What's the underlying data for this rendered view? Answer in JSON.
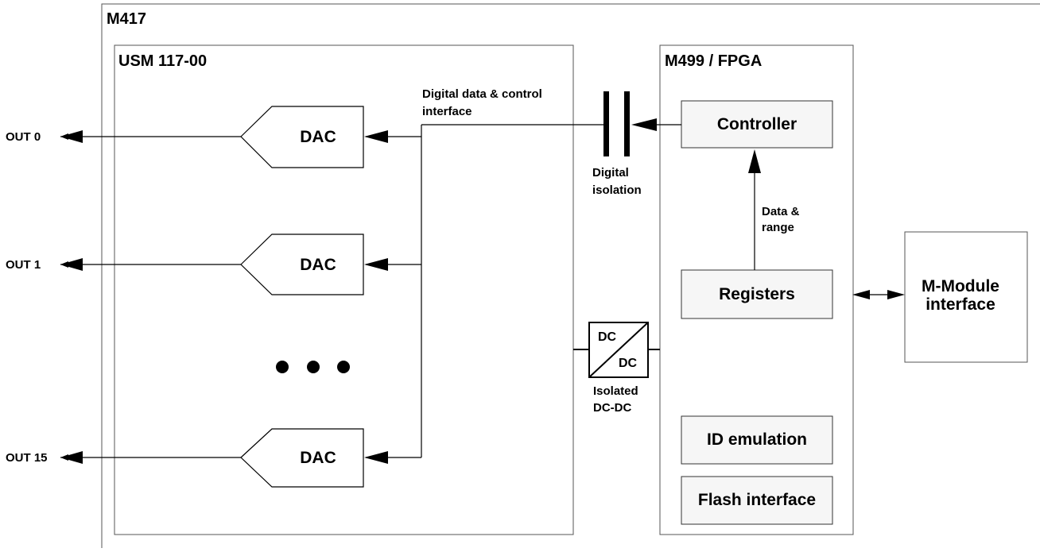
{
  "titles": {
    "outer": "M417",
    "usm": "USM 117-00",
    "fpga": "M499 / FPGA"
  },
  "dacs": [
    {
      "label": "DAC",
      "output": "OUT 0"
    },
    {
      "label": "DAC",
      "output": "OUT 1"
    },
    {
      "label": "DAC",
      "output": "OUT 15"
    }
  ],
  "bus_label": [
    "Digital data & control",
    "interface"
  ],
  "isolation_label": [
    "Digital",
    "isolation"
  ],
  "dcdc": {
    "top": "DC",
    "bottom": "DC",
    "caption": [
      "Isolated",
      "DC-DC"
    ]
  },
  "fpga_blocks": {
    "controller": "Controller",
    "registers": "Registers",
    "id_emulation": "ID emulation",
    "flash": "Flash interface"
  },
  "data_range_label": [
    "Data &",
    "range"
  ],
  "mmodule": [
    "M-Module",
    "interface"
  ]
}
